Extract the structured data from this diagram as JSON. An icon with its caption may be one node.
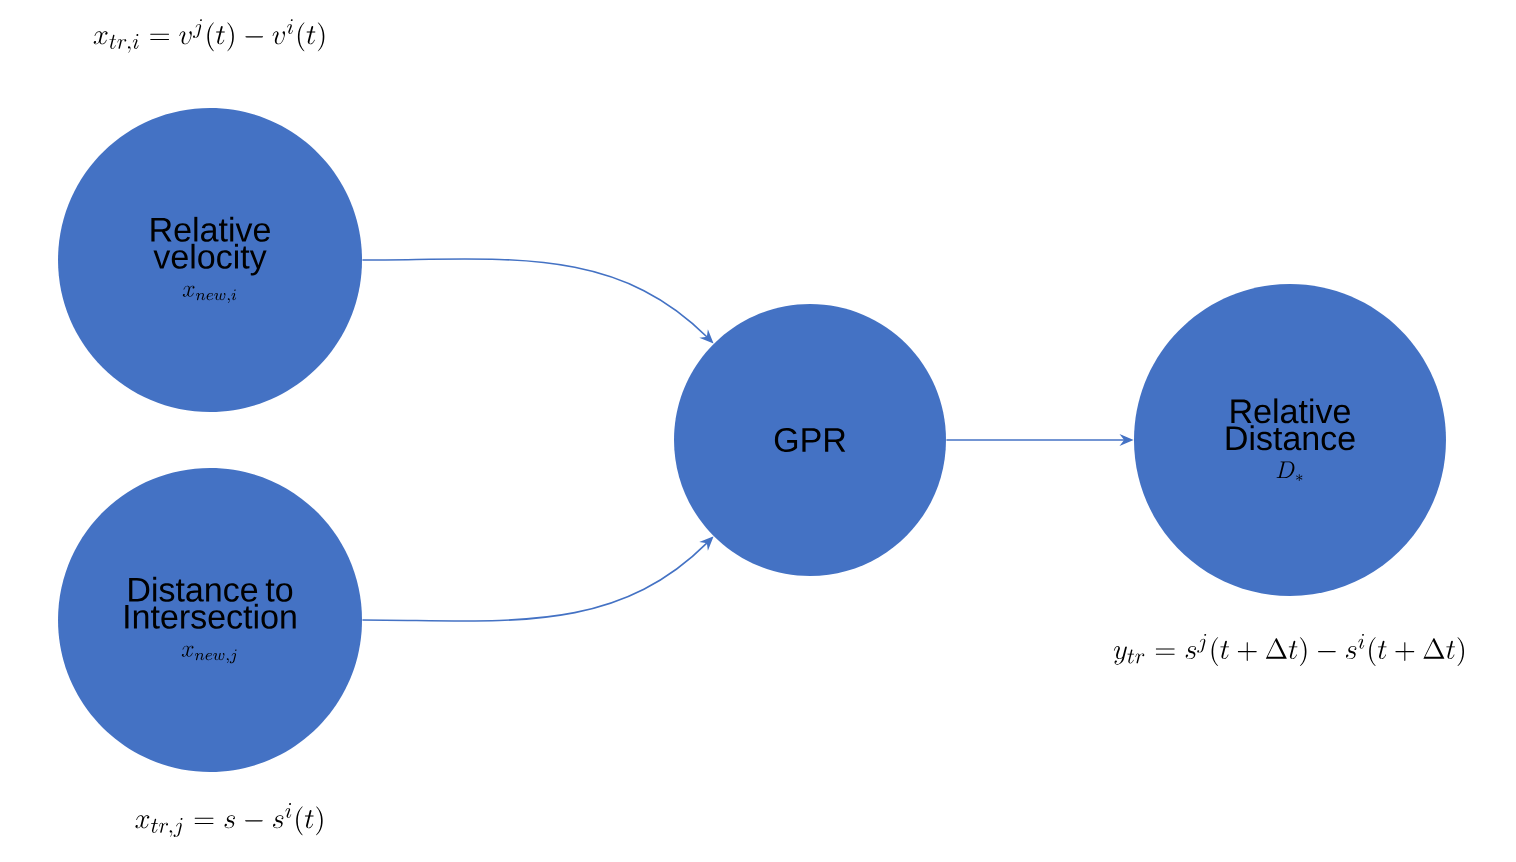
{
  "diagram": {
    "nodes": [
      {
        "text": [
          "Relative velocity",
          "x_{new,i}"
        ],
        "beside": [
          "x_{tr,i}=v^{j}(t)-v^{i}(t)"
        ]
      },
      {
        "text": [
          "Distance to Intersection",
          "x_{new,j}"
        ],
        "beside": [
          "x_{tr,j}=s-s^{i}(t)"
        ]
      },
      {
        "text": [
          "GPR"
        ]
      },
      {
        "text": [
          "Relative Distance",
          "D_{*}"
        ],
        "beside": [
          "y_{tr}=s^{j}(t+\\Delta t)-s^{i}(t+\\Delta t)"
        ]
      }
    ],
    "edges": [
      {
        "from": 0,
        "to": 2,
        "arrow": "to"
      },
      {
        "from": 1,
        "to": 2,
        "arrow": "to"
      },
      {
        "from": 2,
        "to": 3,
        "arrow": "to"
      }
    ]
  }
}
